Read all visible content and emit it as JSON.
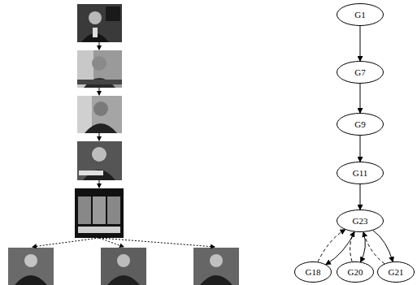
{
  "diagram": {
    "nodes": [
      {
        "text": [
          "G1"
        ]
      },
      {
        "text": [
          "G7"
        ]
      },
      {
        "text": [
          "G9"
        ]
      },
      {
        "text": [
          "G11"
        ]
      },
      {
        "text": [
          "G23"
        ]
      },
      {
        "text": [
          "G18"
        ]
      },
      {
        "text": [
          "G20"
        ]
      },
      {
        "text": [
          "G21"
        ]
      }
    ],
    "edges": [
      {
        "from": 0,
        "to": 1,
        "arrow": "to"
      },
      {
        "from": 1,
        "to": 2,
        "arrow": "to"
      },
      {
        "from": 2,
        "to": 3,
        "arrow": "to"
      },
      {
        "from": 3,
        "to": 4,
        "arrow": "to"
      },
      {
        "from": 4,
        "to": 5,
        "arrow": "to"
      },
      {
        "from": 5,
        "to": 4,
        "arrow": "to"
      },
      {
        "from": 4,
        "to": 6,
        "arrow": "to"
      },
      {
        "from": 6,
        "to": 4,
        "arrow": "to"
      },
      {
        "from": 4,
        "to": 7,
        "arrow": "to"
      },
      {
        "from": 7,
        "to": 4,
        "arrow": "to"
      }
    ]
  }
}
